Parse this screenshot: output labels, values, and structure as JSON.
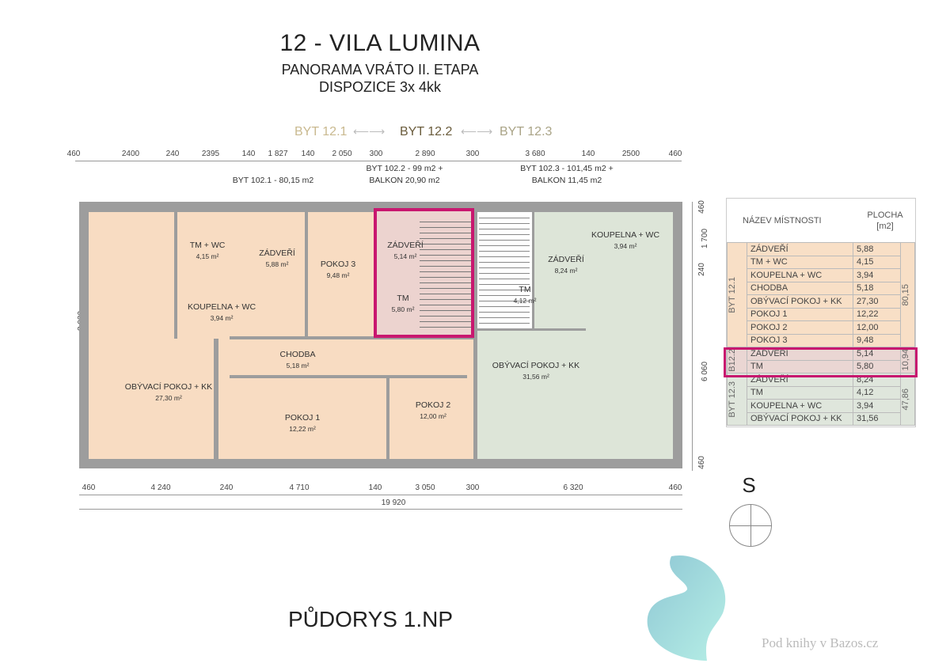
{
  "title": "12 - VILA LUMINA",
  "subtitle1": "PANORAMA VRÁTO II. ETAPA",
  "subtitle2": "DISPOZICE 3x 4kk",
  "units_nav": {
    "left": "BYT 12.1",
    "center": "BYT 12.2",
    "right": "BYT 12.3"
  },
  "top_dims": [
    "460",
    "2400",
    "240",
    "2395",
    "140",
    "1 827",
    "140",
    "2 050",
    "300",
    "2 890",
    "300",
    "3 680",
    "140",
    "2500",
    "460"
  ],
  "bottom_dims": [
    "460",
    "4 240",
    "240",
    "4 710",
    "140",
    "3 050",
    "300",
    "6 320",
    "460"
  ],
  "bottom_total": "19 920",
  "left_dim": "8 920",
  "right_dims": [
    "460",
    "1 700",
    "240",
    "6 060",
    "460"
  ],
  "unit_labels": {
    "u1": "BYT 102.1 - 80,15 m2",
    "u2a": "BYT 102.2 - 99 m2 +",
    "u2b": "BALKON 20,90 m2",
    "u3a": "BYT 102.3 - 101,45 m2 +",
    "u3b": "BALKON 11,45 m2"
  },
  "rooms": [
    {
      "name": "TM + WC",
      "area": "4,15 m²"
    },
    {
      "name": "ZÁDVEŘÍ",
      "area": "5,88 m²"
    },
    {
      "name": "POKOJ 3",
      "area": "9,48 m²"
    },
    {
      "name": "ZÁDVEŘÍ",
      "area": "5,14 m²"
    },
    {
      "name": "TM",
      "area": "5,80 m²"
    },
    {
      "name": "KOUPELNA + WC",
      "area": "3,94 m²"
    },
    {
      "name": "CHODBA",
      "area": "5,18 m²"
    },
    {
      "name": "OBÝVACÍ POKOJ + KK",
      "area": "27,30 m²"
    },
    {
      "name": "POKOJ 1",
      "area": "12,22 m²"
    },
    {
      "name": "POKOJ 2",
      "area": "12,00 m²"
    },
    {
      "name": "TM",
      "area": "4,12 m²"
    },
    {
      "name": "ZÁDVEŘÍ",
      "area": "8,24 m²"
    },
    {
      "name": "KOUPELNA + WC",
      "area": "3,94 m²"
    },
    {
      "name": "OBÝVACÍ POKOJ + KK",
      "area": "31,56 m²"
    }
  ],
  "table": {
    "header_name": "NÁZEV MÍSTNOSTI",
    "header_area": "PLOCHA",
    "header_unit": "[m2]",
    "groups": [
      {
        "label": "BYT 12.1",
        "total": "80,15",
        "color": "#f8dfc6",
        "rows": [
          [
            "ZÁDVEŘÍ",
            "5,88"
          ],
          [
            "TM + WC",
            "4,15"
          ],
          [
            "KOUPELNA + WC",
            "3,94"
          ],
          [
            "CHODBA",
            "5,18"
          ],
          [
            "OBÝVACÍ POKOJ + KK",
            "27,30"
          ],
          [
            "POKOJ 1",
            "12,22"
          ],
          [
            "POKOJ 2",
            "12,00"
          ],
          [
            "POKOJ 3",
            "9,48"
          ]
        ]
      },
      {
        "label": "B12.2",
        "total": "10,94",
        "color": "#ead6d3",
        "rows": [
          [
            "ZÁDVEŘÍ",
            "5,14"
          ],
          [
            "TM",
            "5,80"
          ]
        ]
      },
      {
        "label": "BYT 12.3",
        "total": "47,86",
        "color": "#dfe6dc",
        "rows": [
          [
            "ZÁDVEŘÍ",
            "8,24"
          ],
          [
            "TM",
            "4,12"
          ],
          [
            "KOUPELNA + WC",
            "3,94"
          ],
          [
            "OBÝVACÍ POKOJ + KK",
            "31,56"
          ]
        ]
      }
    ]
  },
  "compass": "S",
  "footer": "PŮDORYS 1.NP",
  "watermark": "Pod knihy v Bazos.cz",
  "colors": {
    "highlight": "#c8176f",
    "unit1": "#f8dcc2",
    "unit2": "#ecd3cf",
    "unit3": "#dde5d8",
    "wall": "#9d9d9d"
  }
}
